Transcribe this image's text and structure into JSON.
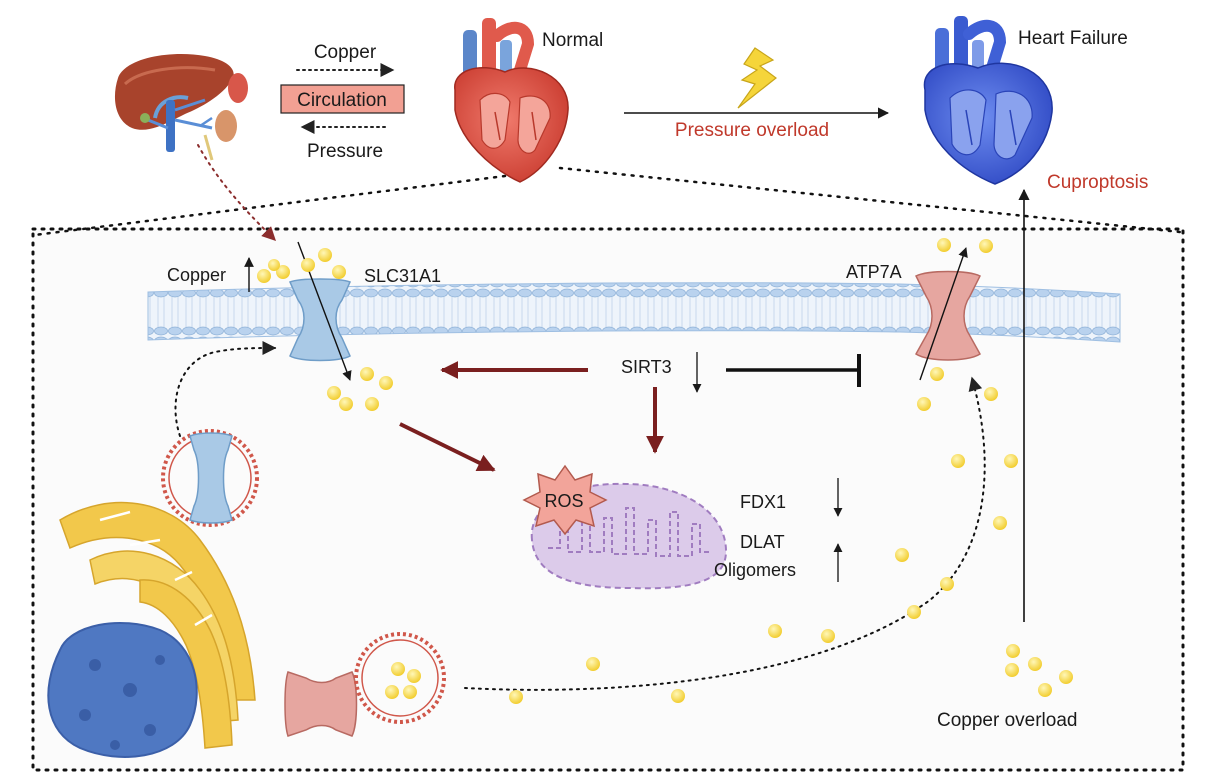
{
  "labels": {
    "copper_top": "Copper",
    "circulation": "Circulation",
    "pressure": "Pressure",
    "normal": "Normal",
    "heart_failure": "Heart Failure",
    "pressure_overload": "Pressure overload",
    "cuproptosis": "Cuproptosis",
    "copper_cell": "Copper",
    "slc31a1": "SLC31A1",
    "atp7a": "ATP7A",
    "sirt3": "SIRT3",
    "ros": "ROS",
    "fdx1": "FDX1",
    "dlat": "DLAT",
    "oligomers": "Oligomers",
    "copper_overload": "Copper overload"
  },
  "colors": {
    "normal_heart": "#e0564a",
    "failure_heart": "#3b5fd6",
    "liver": "#a8432c",
    "membrane": "#b9d2ee",
    "slc31a1_channel": "#a9c9e6",
    "atp7a_channel": "#e6a6a0",
    "copper_ion": "#f7d64a",
    "mitochondrion": "#dccbea",
    "ros_star": "#f2a49a",
    "golgi": "#f2c84b",
    "nucleus": "#4f78c2",
    "dark_red_arrow": "#7a1f1f",
    "red_text": "#c0392b",
    "circulation_box": "#f2a093"
  },
  "icons": [
    "liver-kidney-icon",
    "normal-heart-icon",
    "failing-heart-icon",
    "lightning-icon"
  ]
}
